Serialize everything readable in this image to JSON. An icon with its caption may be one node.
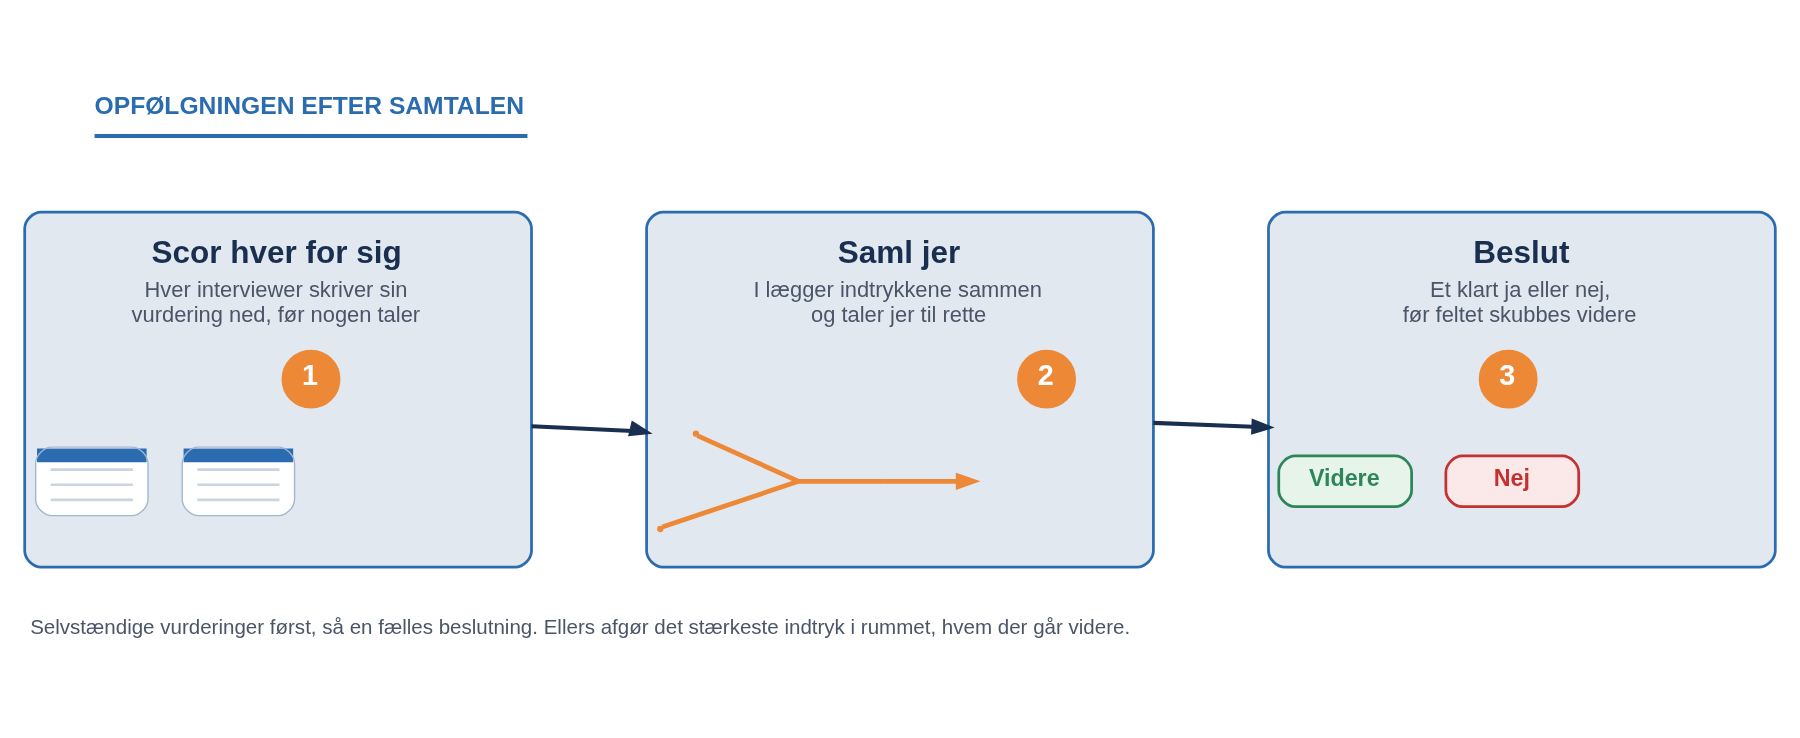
{
  "diagram": {
    "title": "OPFØLGNINGEN EFTER SAMTALEN",
    "caption": "Selvstændige vurderinger først, så en fælles beslutning. Ellers afgør det stærkeste indtryk i rummet, hvem der går videre.",
    "nodes": [
      {
        "text": [
          "Scor hver for sig",
          "Hver interviewer skriver sin vurdering ned, før nogen taler"
        ]
      },
      {
        "text": [
          "1"
        ],
        "in": 0
      },
      {
        "text": [],
        "shape": "picture",
        "in": 0
      },
      {
        "text": [],
        "shape": "picture",
        "in": 0
      },
      {
        "text": [
          "Saml jer",
          "I lægger indtrykkene sammen og taler jer til rette"
        ]
      },
      {
        "text": [
          "2"
        ],
        "in": 4
      },
      {
        "text": [
          "Beslut",
          "Et klart ja eller nej, før feltet skubbes videre"
        ]
      },
      {
        "text": [
          "3"
        ],
        "in": 6
      },
      {
        "text": [
          "Videre"
        ],
        "in": 6
      },
      {
        "text": [
          "Nej"
        ],
        "in": 6
      }
    ],
    "edges": [
      {
        "from": 0,
        "to": 4,
        "arrow": "to"
      },
      {
        "from": 4,
        "to": 6,
        "arrow": "to"
      }
    ]
  }
}
